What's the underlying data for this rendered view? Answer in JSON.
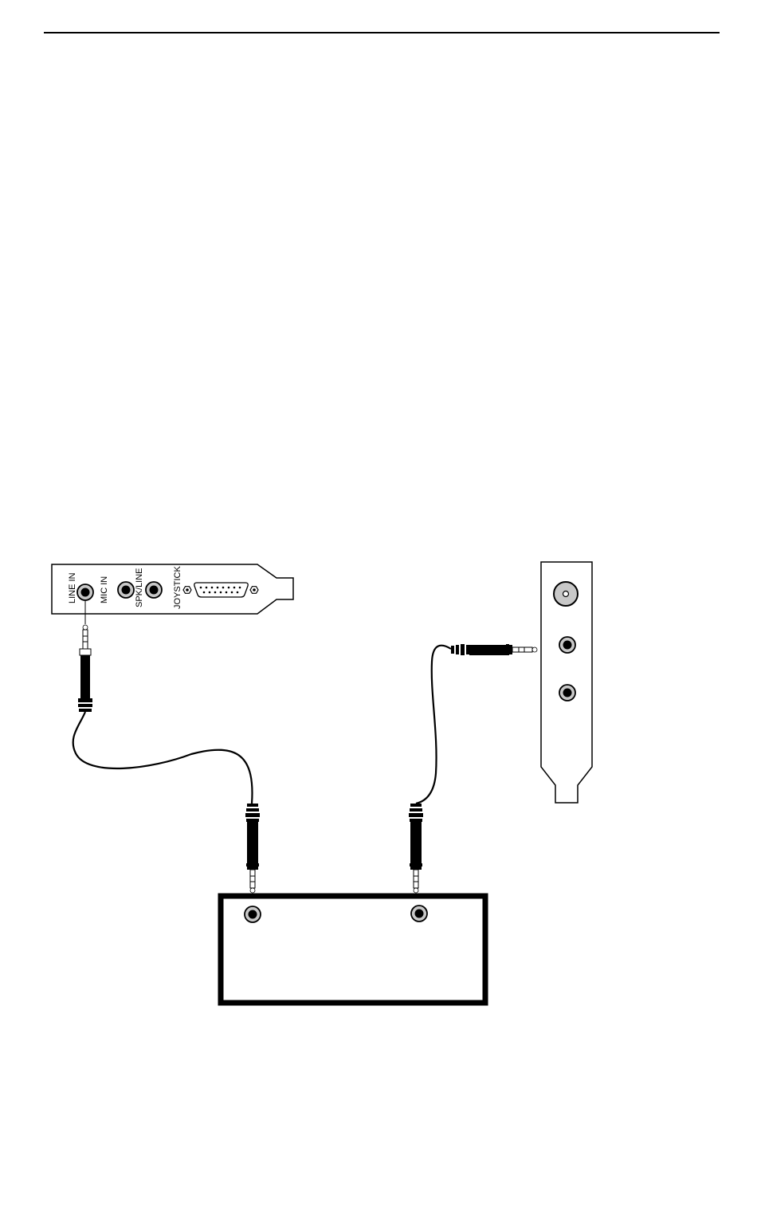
{
  "labels": {
    "line_in": "LINE IN",
    "mic_in": "MIC IN",
    "spk_line": "SPK/LINE",
    "joystick": "JOYSTICK"
  },
  "colors": {
    "ink": "#000000",
    "paper": "#ffffff",
    "jack_fill": "#c8c8c8"
  },
  "components": {
    "sound_card_bracket": "audio card bracket with line in, mic in, spk/line jacks and joystick port",
    "second_card_bracket": "expansion card bracket with one RCA jack and two mini jacks",
    "device_box": "external device with two jacks",
    "cables": [
      "line-in to device cable",
      "device to second card cable"
    ]
  }
}
